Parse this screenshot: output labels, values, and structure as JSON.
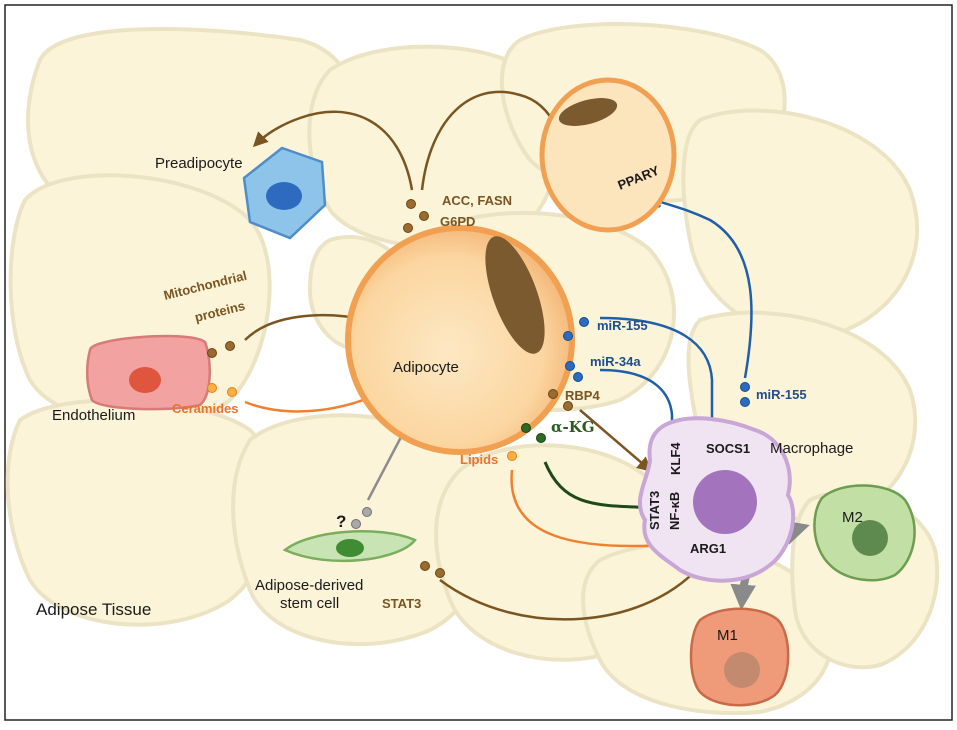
{
  "cells": {
    "preadipocyte": "Preadipocyte",
    "adipocyte": "Adipocyte",
    "endothelium": "Endothelium",
    "macrophage": "Macrophage",
    "adscs": [
      "Adipose-derived",
      "stem cell"
    ],
    "m1": "M1",
    "m2": "M2",
    "tissue": "Adipose Tissue"
  },
  "molecules": {
    "acc_fasn": "ACC, FASN",
    "g6pd": "G6PD",
    "mito": [
      "Mitochondrial",
      "proteins"
    ],
    "ceramides": "Ceramides",
    "mir155_a": "miR-155",
    "mir34a": "miR-34a",
    "rbp4": "RBP4",
    "akg": "α-KG",
    "lipids": "Lipids",
    "mir155_b": "miR-155",
    "ppary": "PPARY",
    "socs1": "SOCS1",
    "klf4": "KLF4",
    "stat3_in": "STAT3",
    "nfkb": "NF-κB",
    "arg1": "ARG1",
    "stat3_out": "STAT3",
    "question": "?"
  },
  "colors": {
    "brown": "#7a5521",
    "blue": "#1f5fa8",
    "orange": "#f08030",
    "green": "#1f4a18",
    "gray": "#8c8c8c"
  }
}
